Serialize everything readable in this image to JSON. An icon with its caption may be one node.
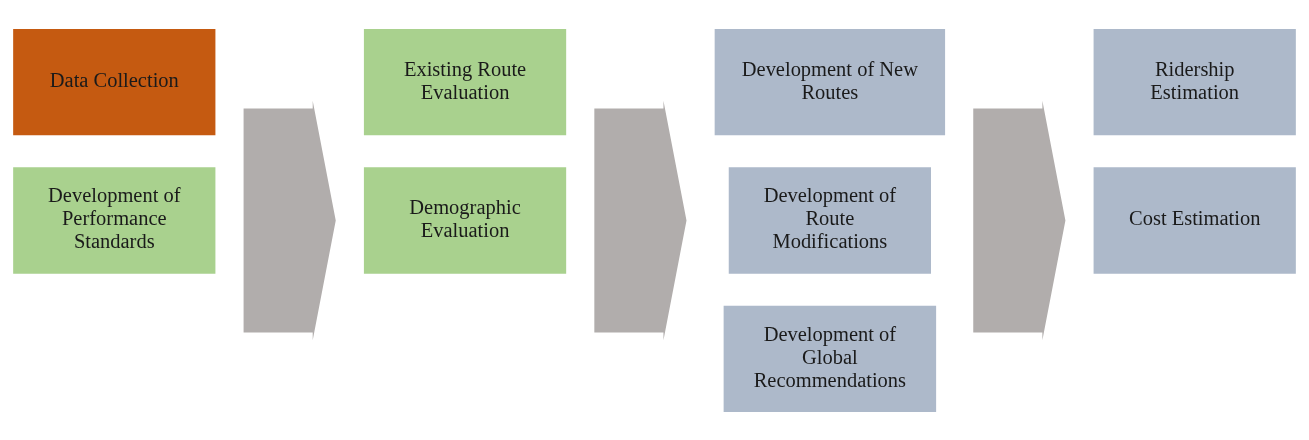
{
  "diagram": {
    "nodes": [
      {
        "text": [
          "Data Collection"
        ]
      },
      {
        "text": [
          "Development of Performance Standards"
        ]
      },
      {
        "text": [],
        "shape": "arrow"
      },
      {
        "text": [
          "Existing Route Evaluation"
        ]
      },
      {
        "text": [
          "Demographic Evaluation"
        ]
      },
      {
        "text": [],
        "shape": "arrow"
      },
      {
        "text": [
          "Development of New Routes"
        ]
      },
      {
        "text": [
          "Development of Route Modifications"
        ]
      },
      {
        "text": [
          "Development of Global Recommendations"
        ]
      },
      {
        "text": [],
        "shape": "arrow"
      },
      {
        "text": [
          "Ridership Estimation"
        ]
      },
      {
        "text": [
          "Cost Estimation"
        ]
      }
    ],
    "edges": []
  }
}
